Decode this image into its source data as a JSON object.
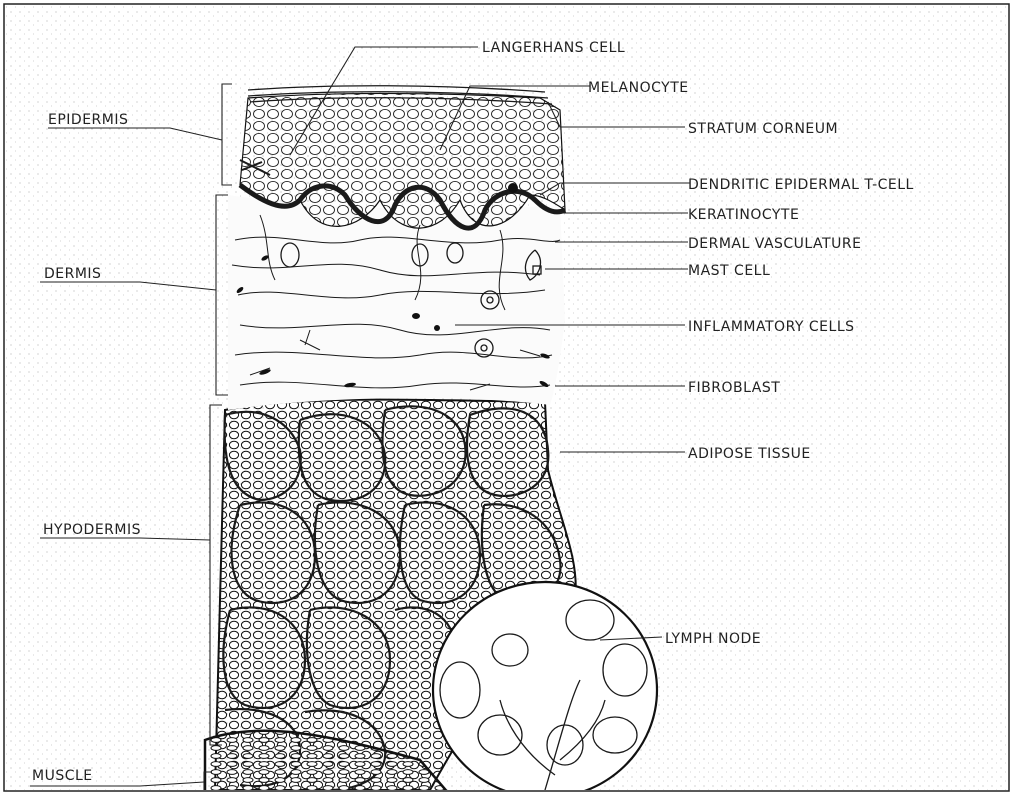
{
  "layers": {
    "epidermis": "EPIDERMIS",
    "dermis": "DERMIS",
    "hypodermis": "HYPODERMIS",
    "muscle": "MUSCLE"
  },
  "structures": {
    "langerhans_cell": "LANGERHANS CELL",
    "melanocyte": "MELANOCYTE",
    "stratum_corneum": "STRATUM CORNEUM",
    "dendritic_epidermal_t_cell": "DENDRITIC EPIDERMAL T-CELL",
    "keratinocyte": "KERATINOCYTE",
    "dermal_vasculature": "DERMAL VASCULATURE",
    "mast_cell": "MAST CELL",
    "inflammatory_cells": "INFLAMMATORY CELLS",
    "fibroblast": "FIBROBLAST",
    "adipose_tissue": "ADIPOSE TISSUE",
    "lymph_node": "LYMPH NODE"
  }
}
